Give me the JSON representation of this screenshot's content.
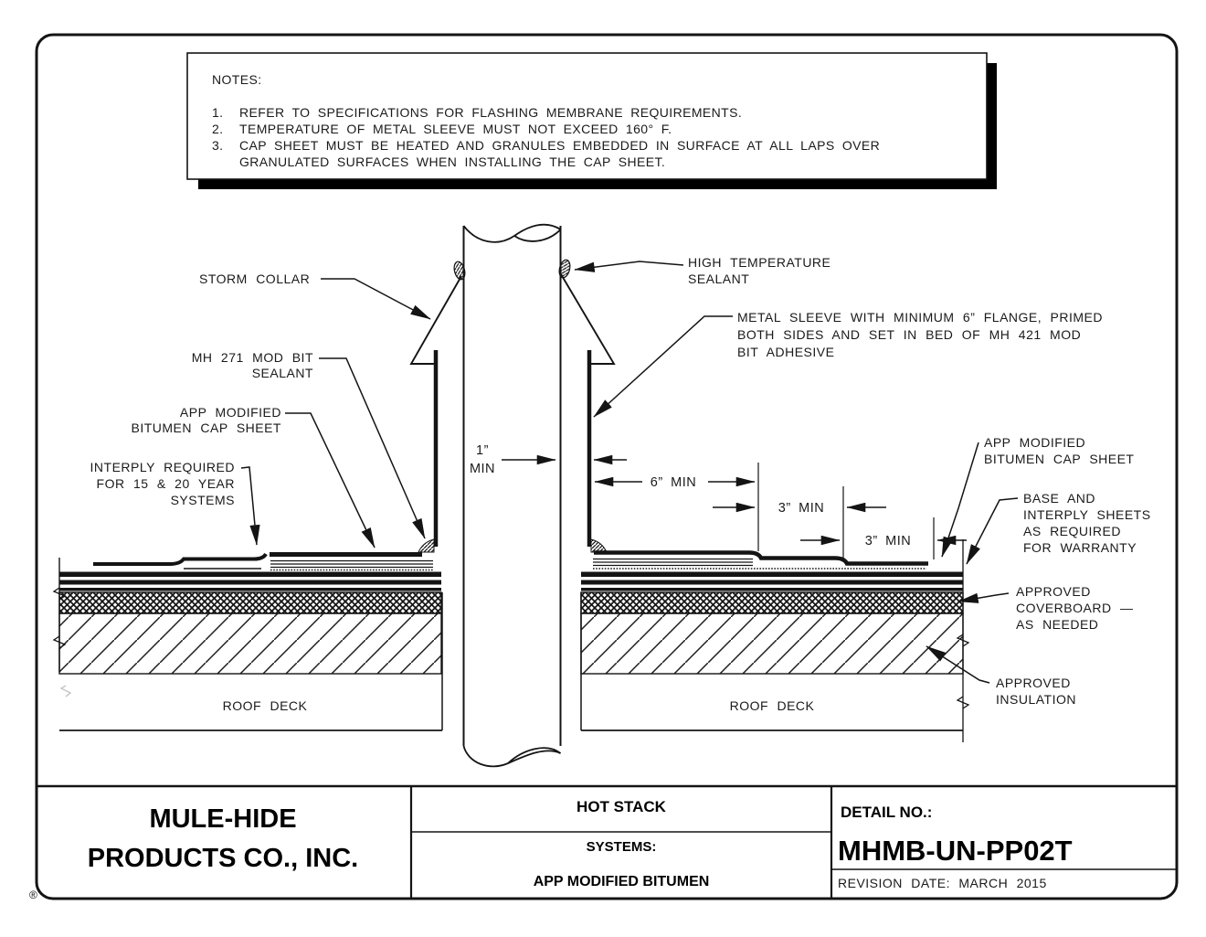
{
  "drawing": {
    "notes": {
      "title": "NOTES:",
      "items": [
        {
          "num": "1.",
          "text": "REFER TO SPECIFICATIONS FOR FLASHING MEMBRANE REQUIREMENTS."
        },
        {
          "num": "2.",
          "text": "TEMPERATURE OF METAL SLEEVE MUST NOT EXCEED 160° F."
        },
        {
          "num": "3.",
          "text": "CAP SHEET MUST BE HEATED AND GRANULES EMBEDDED IN SURFACE AT ALL LAPS OVER"
        },
        {
          "num": "",
          "text": "GRANULATED SURFACES WHEN INSTALLING THE CAP SHEET."
        }
      ]
    },
    "labels": {
      "storm_collar": "STORM COLLAR",
      "high_temp_sealant": [
        "HIGH TEMPERATURE",
        "SEALANT"
      ],
      "metal_sleeve": [
        "METAL SLEEVE WITH MINIMUM 6” FLANGE, PRIMED",
        "BOTH SIDES AND SET IN BED OF MH 421 MOD",
        "BIT ADHESIVE"
      ],
      "mh271_sealant": [
        "MH 271 MOD BIT",
        "SEALANT"
      ],
      "app_mod_left": [
        "APP MODIFIED",
        "BITUMEN CAP SHEET"
      ],
      "interply": [
        "INTERPLY REQUIRED",
        "FOR 15 & 20 YEAR",
        "SYSTEMS"
      ],
      "app_mod_right": [
        "APP MODIFIED",
        "BITUMEN CAP SHEET"
      ],
      "base_interply": [
        "BASE AND",
        "INTERPLY SHEETS",
        "AS REQUIRED",
        "FOR WARRANTY"
      ],
      "coverboard": [
        "APPROVED",
        "COVERBOARD —",
        "AS NEEDED"
      ],
      "insulation": [
        "APPROVED",
        "INSULATION"
      ],
      "roof_deck": "ROOF DECK"
    },
    "dimensions": {
      "gap_inch": "1”",
      "gap_min": "MIN",
      "flange": "6”  MIN",
      "lap1": "3”  MIN",
      "lap2": "3”  MIN"
    },
    "title_block": {
      "company_line1": "MULE-HIDE",
      "company_line2": "PRODUCTS CO., INC.",
      "registered": "®",
      "detail_title": "HOT STACK",
      "systems_label": "SYSTEMS:",
      "system_name": "APP MODIFIED BITUMEN",
      "detail_no_label": "DETAIL NO.:",
      "detail_no": "MHMB-UN-PP02T",
      "revision": "REVISION  DATE:  MARCH  2015"
    },
    "colors": {
      "line": "#141414",
      "paper": "#ffffff",
      "shadow": "#000000"
    }
  }
}
